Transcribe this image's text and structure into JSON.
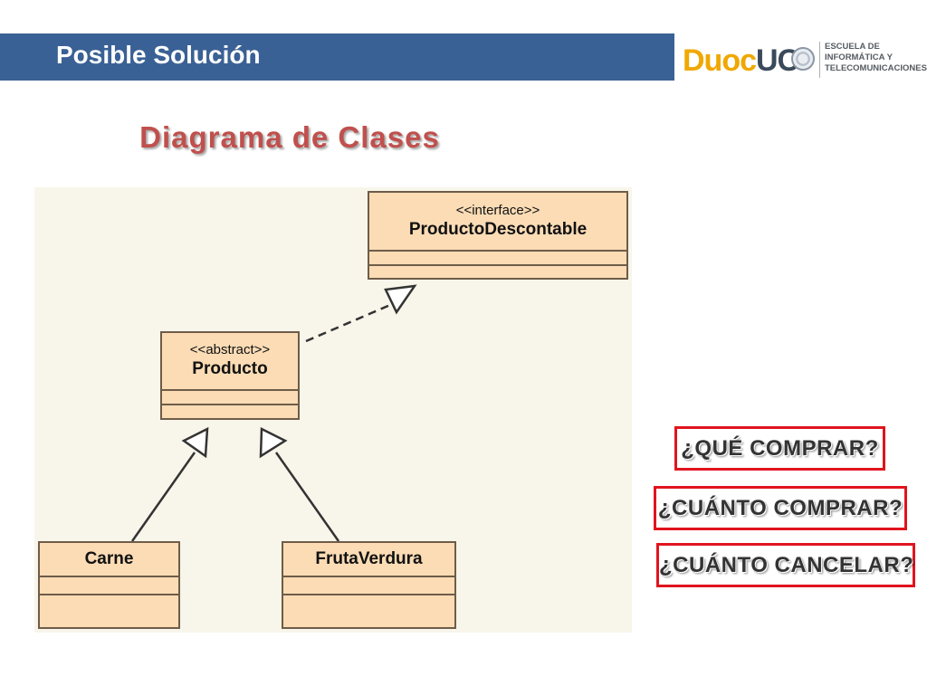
{
  "header": {
    "title": "Posible Solución"
  },
  "logo": {
    "brand_left": "Duoc",
    "brand_right": "UC",
    "school_lines": [
      "ESCUELA DE",
      "INFORMÁTICA Y",
      "TELECOMUNICACIONES"
    ]
  },
  "diagram": {
    "title": "Diagrama de Clases",
    "classes": [
      {
        "id": "productodescontable",
        "stereotype": "<<interface>>",
        "name": "ProductoDescontable"
      },
      {
        "id": "producto",
        "stereotype": "<<abstract>>",
        "name": "Producto"
      },
      {
        "id": "carne",
        "stereotype": "",
        "name": "Carne"
      },
      {
        "id": "frutaverdura",
        "stereotype": "",
        "name": "FrutaVerdura"
      }
    ],
    "relations": [
      {
        "from": "producto",
        "to": "productodescontable",
        "type": "realization"
      },
      {
        "from": "carne",
        "to": "producto",
        "type": "generalization"
      },
      {
        "from": "frutaverdura",
        "to": "producto",
        "type": "generalization"
      }
    ]
  },
  "questions": [
    "¿QUÉ COMPRAR?",
    "¿CUÁNTO COMPRAR?",
    "¿CUÁNTO CANCELAR?"
  ],
  "colors": {
    "header_bar": "#3a6195",
    "title_red": "#c0504d",
    "box_fill": "#fbdcb5",
    "box_border": "#6e5c49",
    "question_border": "#e0141e",
    "brand_yellow": "#f0a800"
  }
}
